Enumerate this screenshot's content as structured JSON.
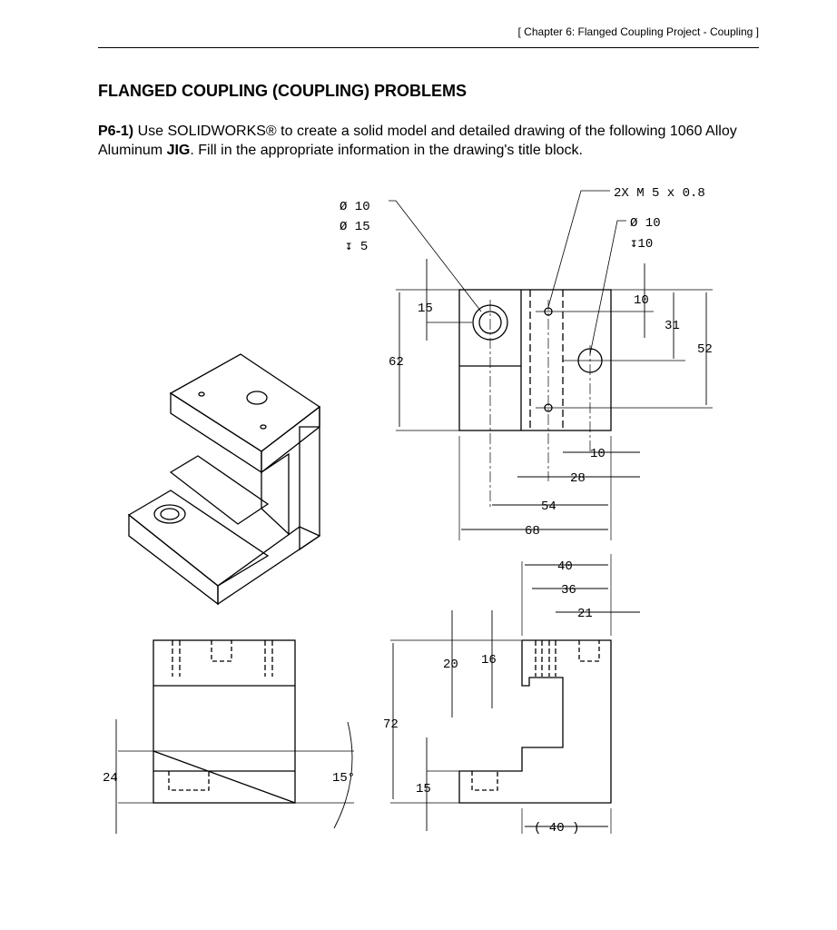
{
  "header": "[ Chapter 6:  Flanged Coupling Project - Coupling ]",
  "title": "FLANGED COUPLING (COUPLING) PROBLEMS",
  "problem": {
    "id": "P6-1)",
    "text_a": " Use SOLIDWORKS® to create a solid model and detailed drawing of the following 1060 Alloy Aluminum ",
    "part": "JIG",
    "text_b": ".  Fill in the appropriate information in the drawing's title block."
  },
  "drawing": {
    "callout_cbore": {
      "dia": "Ø 10",
      "cbore": "Ø 15",
      "depth": "↧ 5"
    },
    "callout_tap": {
      "thread": "2X  M 5  x  0.8",
      "dia": "Ø 10",
      "depth": "↧10"
    },
    "top_view": {
      "d15": "15",
      "d62": "62",
      "d10": "10",
      "d31": "31",
      "d52": "52",
      "h10": "10",
      "h28": "28",
      "h54": "54",
      "h68": "68"
    },
    "front_view": {
      "d40": "40",
      "d36": "36",
      "d21": "21",
      "d20": "20",
      "d16": "16",
      "d72": "72",
      "d15": "15",
      "d40b": "( 40 )"
    },
    "side_view": {
      "d24": "24",
      "angle": "15°"
    }
  }
}
